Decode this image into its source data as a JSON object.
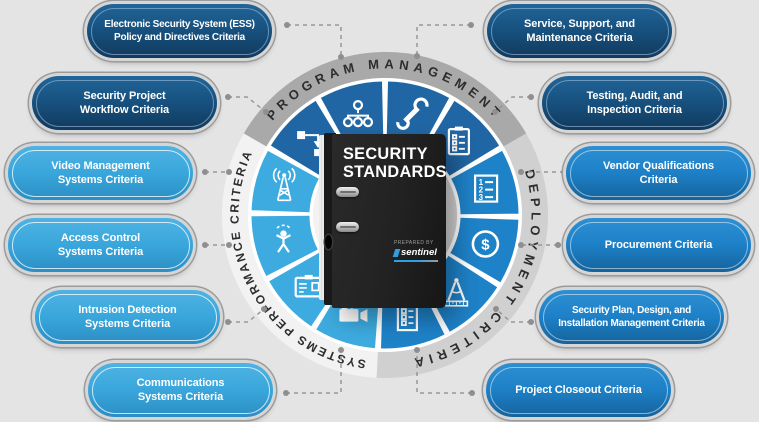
{
  "diagram_title": "SECURITY STANDARDS",
  "binder": {
    "title_line1": "SECURITY",
    "title_line2": "STANDARDS",
    "prepared_by": "PREPARED BY",
    "brand": "sentinel"
  },
  "ring": {
    "groups": [
      {
        "id": "program-management",
        "label": "PROGRAM MANAGEMENT",
        "segment_color": "#2166a4",
        "band_color": "#a9a9a9",
        "segments": [
          "workflow-icon",
          "hierarchy-icon",
          "wrench-icon",
          "checklist-icon"
        ]
      },
      {
        "id": "deployment-criteria",
        "label": "DEPLOYMENT CRITERIA",
        "segment_color": "#1e82c8",
        "band_color": "#d0d0d0",
        "segments": [
          "numbered-list-icon",
          "dollar-icon",
          "compass-icon",
          "spec-sheet-icon"
        ]
      },
      {
        "id": "systems-performance-criteria",
        "label": "SYSTEMS PERFORMANCE CRITERIA",
        "segment_color": "#3dabdf",
        "band_color": "#f2f2f2",
        "segments": [
          "video-camera-icon",
          "id-badge-icon",
          "motion-sensor-icon",
          "antenna-icon"
        ]
      }
    ]
  },
  "criteria_pills": {
    "left": [
      {
        "label": "Electronic Security System (ESS)\nPolicy and Directives Criteria",
        "category": "program-management",
        "variant": "dark"
      },
      {
        "label": "Security Project\nWorkflow Criteria",
        "category": "program-management",
        "variant": "dark"
      },
      {
        "label": "Video Management\nSystems Criteria",
        "category": "systems-performance-criteria",
        "variant": "light"
      },
      {
        "label": "Access Control\nSystems Criteria",
        "category": "systems-performance-criteria",
        "variant": "light"
      },
      {
        "label": "Intrusion Detection\nSystems Criteria",
        "category": "systems-performance-criteria",
        "variant": "light"
      },
      {
        "label": "Communications\nSystems Criteria",
        "category": "systems-performance-criteria",
        "variant": "light"
      }
    ],
    "right": [
      {
        "label": "Service, Support, and\nMaintenance Criteria",
        "category": "program-management",
        "variant": "dark"
      },
      {
        "label": "Testing, Audit, and\nInspection Criteria",
        "category": "program-management",
        "variant": "dark"
      },
      {
        "label": "Vendor Qualifications\nCriteria",
        "category": "deployment-criteria",
        "variant": "medium"
      },
      {
        "label": "Procurement Criteria",
        "category": "deployment-criteria",
        "variant": "medium"
      },
      {
        "label": "Security Plan, Design, and\nInstallation Management Criteria",
        "category": "deployment-criteria",
        "variant": "medium"
      },
      {
        "label": "Project Closeout Criteria",
        "category": "deployment-criteria",
        "variant": "medium"
      }
    ]
  },
  "colors": {
    "background": "#e4e4e4",
    "pill_dark": "#17517f",
    "pill_medium": "#1e81c8",
    "pill_light": "#3aa7dc",
    "band_gray": "#a9a9a9",
    "band_light_gray": "#d0d0d0",
    "band_white": "#f2f2f2",
    "connector": "#8f8f8f",
    "arc_text": "#2d2d2d",
    "brand_accent": "#2e9fe0"
  }
}
